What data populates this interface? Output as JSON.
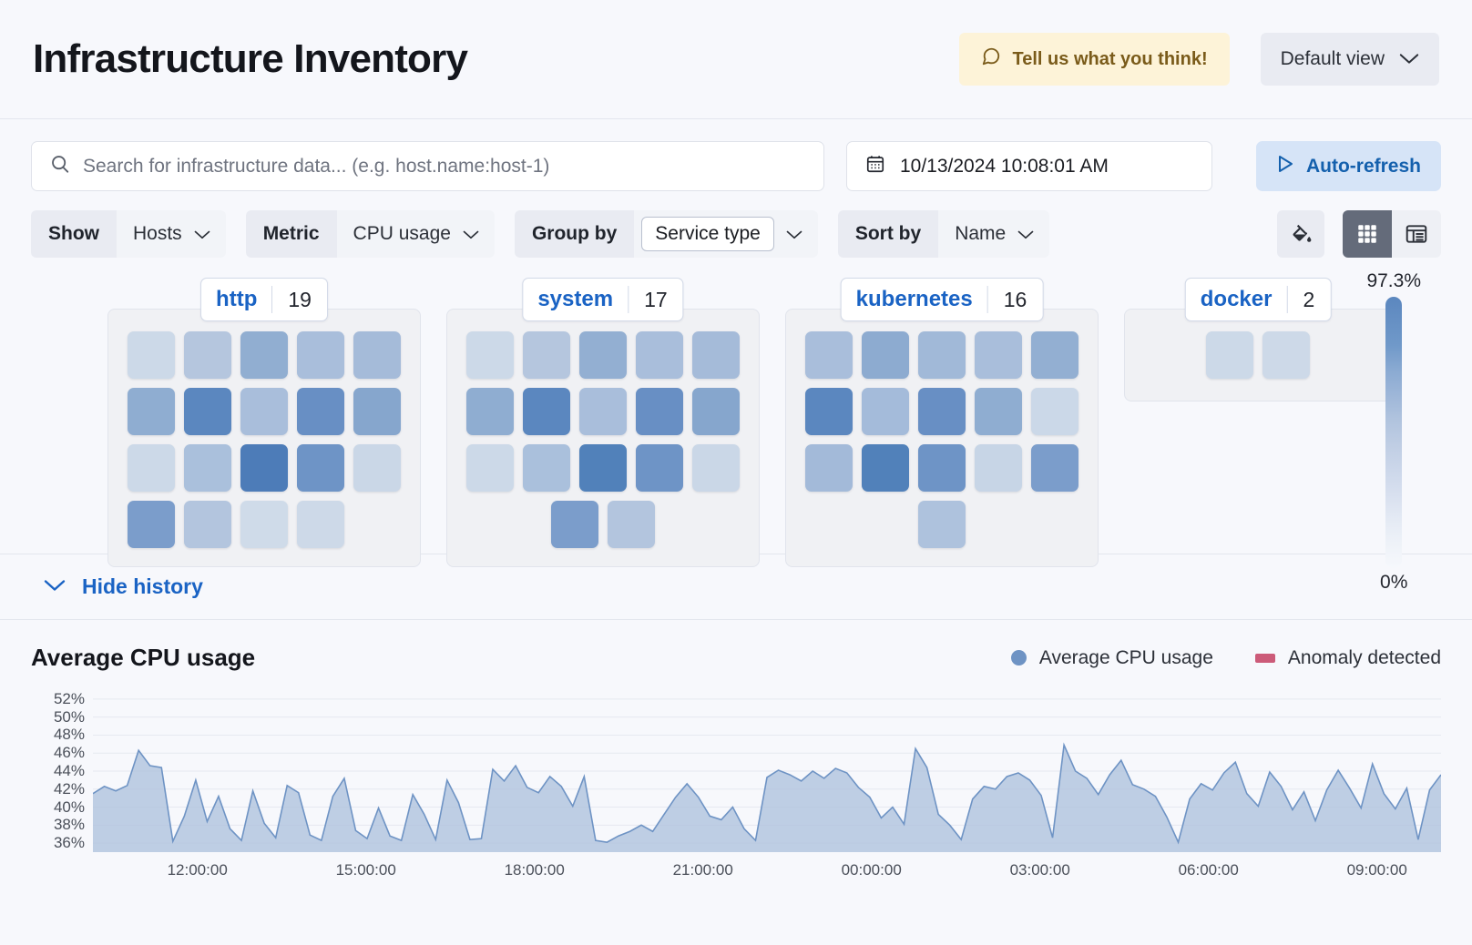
{
  "header": {
    "title": "Infrastructure Inventory",
    "feedback_label": "Tell us what you think!",
    "feedback_icon": "comment-icon",
    "view_label": "Default view",
    "view_icon": "chevron-down-icon"
  },
  "search": {
    "placeholder": "Search for infrastructure data... (e.g. host.name:host-1)",
    "icon": "search-icon"
  },
  "date_picker": {
    "value": "10/13/2024 10:08:01 AM",
    "icon": "calendar-icon"
  },
  "auto_refresh": {
    "label": "Auto-refresh",
    "icon": "play-icon"
  },
  "controls": [
    {
      "label": "Show",
      "value": "Hosts",
      "boxed": false,
      "icon": "chevron-down-icon"
    },
    {
      "label": "Metric",
      "value": "CPU usage",
      "boxed": false,
      "icon": "chevron-down-icon"
    },
    {
      "label": "Group by",
      "value": "Service type",
      "boxed": true,
      "icon": "chevron-down-icon"
    },
    {
      "label": "Sort by",
      "value": "Name",
      "boxed": false,
      "icon": "chevron-down-icon"
    }
  ],
  "view_tools": {
    "legend_icon": "paint-bucket-icon",
    "grid_view_icon": "grid-view-icon",
    "table_view_icon": "table-view-icon",
    "active_view": "grid"
  },
  "legend_scale": {
    "max": "97.3%",
    "min": "0%",
    "color_high": "#5b87bf",
    "color_low": "#f6f8fc"
  },
  "groups": [
    {
      "name": "http",
      "count": "19",
      "rows": [
        [
          "#ccd9e8",
          "#b5c6de",
          "#91aed1",
          "#a9bedb",
          "#a5bbd9"
        ],
        [
          "#8fadd1",
          "#5b87bf",
          "#a9bedb",
          "#688fc4",
          "#86a6cd"
        ],
        [
          "#ccd9e8",
          "#aac0dc",
          "#4d7cb8",
          "#6e94c6",
          "#cad7e7"
        ],
        [
          "#7b9dcb",
          "#b3c5de",
          "#cfdbe9",
          "#cdd9e8"
        ]
      ]
    },
    {
      "name": "system",
      "count": "17",
      "rows": [
        [
          "#ccd9e8",
          "#b5c6de",
          "#93afd2",
          "#a9bedb",
          "#a5bbd9"
        ],
        [
          "#8fadd1",
          "#5b87bf",
          "#a9bedb",
          "#688fc4",
          "#86a6cd"
        ],
        [
          "#ccd9e8",
          "#aac0dc",
          "#5181ba",
          "#6e94c6",
          "#cad7e7"
        ],
        [
          "#7b9dcb",
          "#b3c5de"
        ]
      ]
    },
    {
      "name": "kubernetes",
      "count": "16",
      "rows": [
        [
          "#a9bedb",
          "#8dabd0",
          "#a1b9d8",
          "#a9bedb",
          "#93afd2"
        ],
        [
          "#5b87bf",
          "#a4bbda",
          "#688fc4",
          "#8fadd1",
          "#cbd8e8"
        ],
        [
          "#a3bad9",
          "#5181ba",
          "#6e94c6",
          "#c7d5e6",
          "#7b9dcb"
        ],
        [
          "#aec2dd"
        ]
      ]
    },
    {
      "name": "docker",
      "count": "2",
      "rows": [
        [
          "#ccd9e8",
          "#cdd9e8"
        ]
      ]
    }
  ],
  "history": {
    "toggle_label": "Hide history",
    "toggle_icon": "chevron-down-icon"
  },
  "chart_data": {
    "type": "area",
    "title": "Average CPU usage",
    "xlabel": "",
    "ylabel": "",
    "ylim": [
      35,
      53
    ],
    "grid": true,
    "legend_position": "top-right",
    "legend": [
      {
        "name": "Average CPU usage",
        "marker": "circle",
        "color": "#6e93c4"
      },
      {
        "name": "Anomaly detected",
        "marker": "rect",
        "color": "#cc5b79"
      }
    ],
    "ytick_labels": [
      "52%",
      "50%",
      "48%",
      "46%",
      "44%",
      "42%",
      "40%",
      "38%",
      "36%"
    ],
    "ytick_values": [
      52,
      50,
      48,
      46,
      44,
      42,
      40,
      38,
      36
    ],
    "xtick_labels": [
      "12:00:00",
      "15:00:00",
      "18:00:00",
      "21:00:00",
      "00:00:00",
      "03:00:00",
      "06:00:00",
      "09:00:00"
    ],
    "series": [
      {
        "name": "Average CPU usage",
        "color": "#6e93c4",
        "fill": "#aec2dd",
        "values": [
          41.5,
          42.3,
          41.8,
          42.4,
          46.3,
          44.6,
          44.4,
          36.2,
          39.0,
          43.0,
          38.4,
          41.2,
          37.6,
          36.3,
          41.8,
          38.2,
          36.6,
          42.4,
          41.6,
          36.9,
          36.3,
          41.2,
          43.2,
          37.4,
          36.5,
          39.9,
          36.8,
          36.3,
          41.4,
          39.2,
          36.4,
          43.0,
          40.5,
          36.4,
          36.5,
          44.2,
          42.9,
          44.6,
          42.2,
          41.6,
          43.4,
          42.3,
          40.1,
          43.4,
          36.3,
          36.1,
          36.8,
          37.3,
          38.0,
          37.3,
          39.2,
          41.1,
          42.6,
          41.1,
          39.0,
          38.6,
          40.0,
          37.6,
          36.3,
          43.3,
          44.1,
          43.6,
          42.9,
          44.0,
          43.2,
          44.3,
          43.8,
          42.2,
          41.1,
          38.8,
          40.0,
          38.1,
          46.5,
          44.4,
          39.2,
          38.0,
          36.4,
          40.9,
          42.3,
          42.0,
          43.4,
          43.8,
          43.0,
          41.3,
          36.6,
          46.9,
          44.0,
          43.2,
          41.4,
          43.6,
          45.2,
          42.5,
          42.0,
          41.2,
          38.9,
          36.1,
          40.9,
          42.6,
          41.9,
          43.8,
          45.0,
          41.5,
          40.1,
          43.9,
          42.3,
          39.7,
          41.7,
          38.5,
          41.9,
          44.1,
          42.1,
          39.9,
          44.8,
          41.5,
          39.8,
          42.1,
          36.4,
          41.9,
          43.6
        ]
      }
    ]
  }
}
